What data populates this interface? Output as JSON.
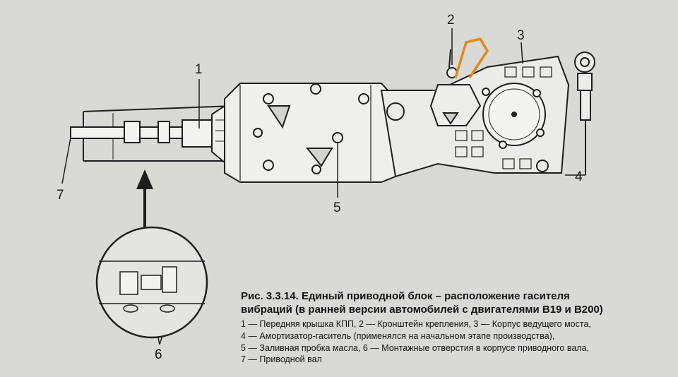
{
  "diagram": {
    "callouts": [
      {
        "id": "1",
        "label": "1"
      },
      {
        "id": "2",
        "label": "2"
      },
      {
        "id": "3",
        "label": "3"
      },
      {
        "id": "4",
        "label": "4"
      },
      {
        "id": "5",
        "label": "5"
      },
      {
        "id": "6",
        "label": "6"
      },
      {
        "id": "7",
        "label": "7"
      }
    ],
    "colors": {
      "background": "#d9d9d6",
      "ink": "#1e1e1e",
      "highlight": "#e08a1a"
    }
  },
  "caption": {
    "title_line1": "Рис. 3.3.14. Единый приводной блок – расположение гасителя",
    "title_line2": "вибраций (в ранней версии автомобилей с двигателями B19 и B200)",
    "legend": [
      "1 — Передняя крышка КПП, 2 — Кронштейн крепления, 3 — Корпус ведущего моста,",
      "4 — Амортизатор-гаситель (применялся на начальном этапе производства),",
      "5 — Заливная пробка масла, 6 — Монтажные отверстия в корпусе приводного вала,",
      "7 — Приводной вал"
    ]
  }
}
